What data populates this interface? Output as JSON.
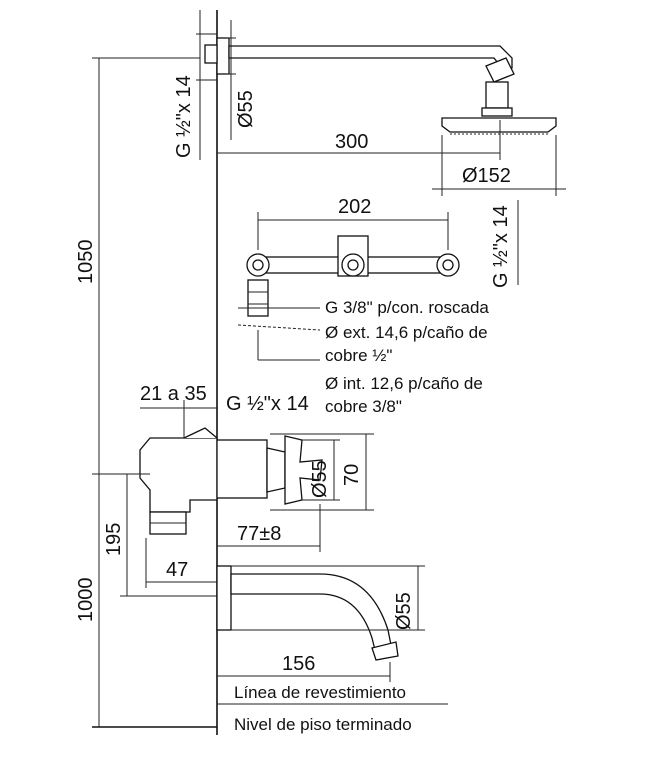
{
  "dimensions": {
    "total_height": "1050",
    "arm_length": "300",
    "flange_diameter": "Ø55",
    "arm_thread": "G ½\"x 14",
    "head_diameter": "Ø152",
    "head_thread": "G ½\"x 14",
    "bar_width": "202",
    "wall_range": "21 a 35",
    "mixer_thread": "G ½\"x 14",
    "handle_diameter": "Ø55",
    "handle_height": "70",
    "mixer_depth": "77±8",
    "spacing": "195",
    "inlet_offset": "47",
    "spout_diameter": "Ø55",
    "spout_length": "156",
    "floor_height": "1000"
  },
  "notes": {
    "connection_thread": "G 3/8\" p/con. roscada",
    "ext_pipe_line1": "Ø ext. 14,6 p/caño de",
    "ext_pipe_line2": "cobre ½\"",
    "int_pipe_line1": "Ø int. 12,6 p/caño de",
    "int_pipe_line2": "cobre 3/8\""
  },
  "legend": {
    "wall_line": "Línea de revestimiento",
    "floor_line": "Nivel de piso terminado"
  }
}
